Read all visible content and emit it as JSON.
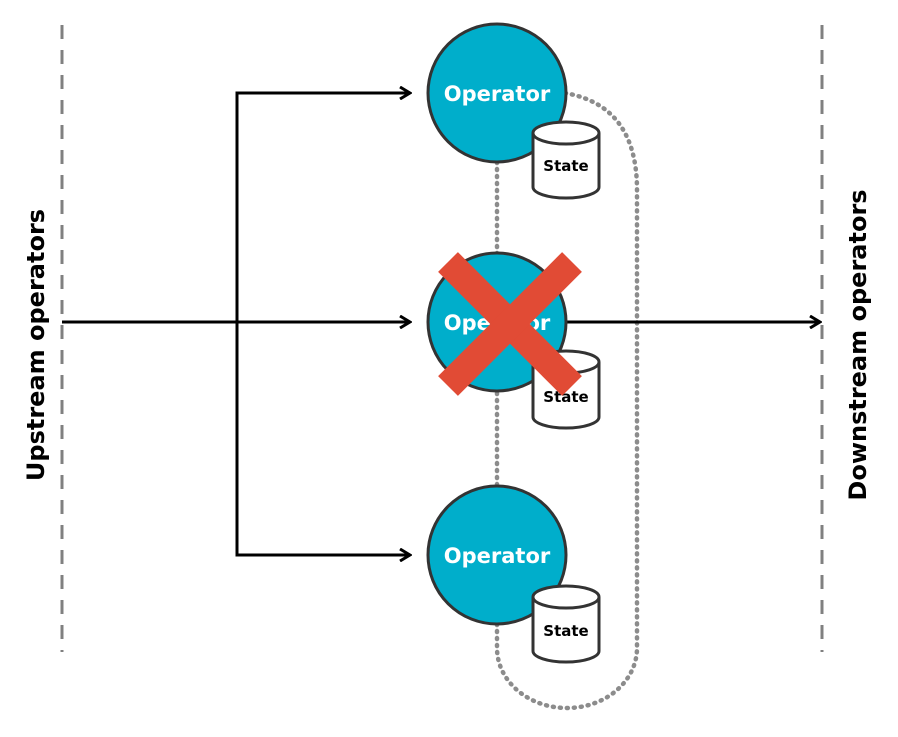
{
  "labels": {
    "upstream": "Upstream operators",
    "downstream": "Downstream operators"
  },
  "operators": [
    {
      "label": "Operator",
      "state_label": "State",
      "failed": false
    },
    {
      "label": "Operator",
      "state_label": "State",
      "failed": true
    },
    {
      "label": "Operator",
      "state_label": "State",
      "failed": false
    }
  ],
  "colors": {
    "operator_fill": "#00aecb",
    "failure_mark": "#e14b35",
    "outline": "#333333",
    "dashed_line": "#808080",
    "dotted_group": "#8c8c8c"
  },
  "icons": {
    "failure": "x-mark-icon",
    "state": "database-cylinder-icon"
  }
}
